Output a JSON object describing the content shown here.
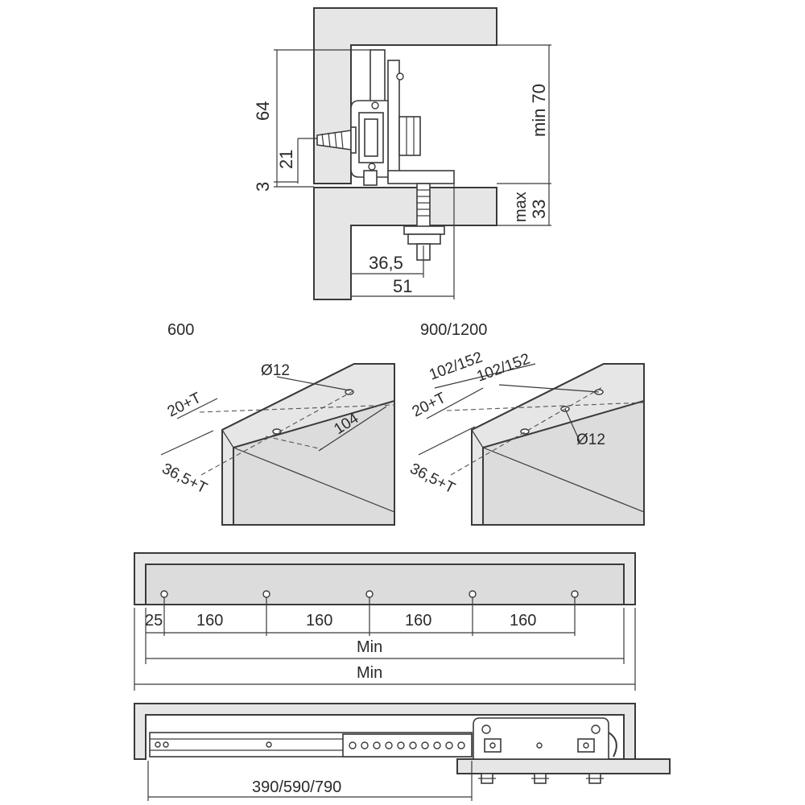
{
  "section_side_view": {
    "dim_64": "64",
    "dim_21": "21",
    "dim_3": "3",
    "dim_min70": "min 70",
    "dim_max": "max",
    "dim_33": "33",
    "dim_36_5": "36,5",
    "dim_51": "51"
  },
  "iso_600": {
    "title": "600",
    "dim_diameter": "Ø12",
    "dim_20T": "20+T",
    "dim_104": "104",
    "dim_36_5T": "36,5+T"
  },
  "iso_900": {
    "title": "900/1200",
    "dim_102a": "102/152",
    "dim_102b": "102/152",
    "dim_20T": "20+T",
    "dim_diameter": "Ø12",
    "dim_36_5T": "36,5+T"
  },
  "hole_spacing": {
    "first_offset": "25",
    "spacings": [
      "160",
      "160",
      "160",
      "160"
    ],
    "min_inner": "Min",
    "min_outer": "Min"
  },
  "runner_view": {
    "length_label": "390/590/790"
  }
}
